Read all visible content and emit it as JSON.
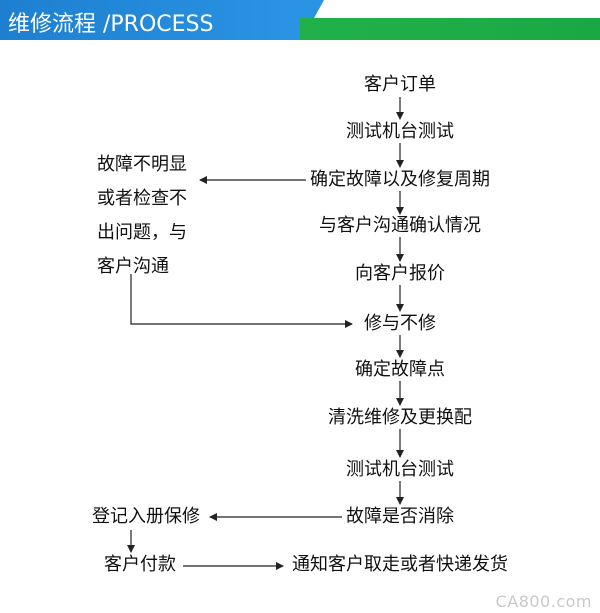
{
  "header": {
    "title": "维修流程 /PROCESS"
  },
  "nodes": {
    "order": "客户订单",
    "test1": "测试机台测试",
    "diagnose": "确定故障以及修复周期",
    "communicate": "与客户沟通确认情况",
    "quote": "向客户报价",
    "decide": "修与不修",
    "locate": "确定故障点",
    "repair": "清洗维修及更换配",
    "test2": "测试机台测试",
    "cleared": "故障是否消除",
    "register": "登记入册保修",
    "payment": "客户付款",
    "notify": "通知客户取走或者快递发货"
  },
  "left_note": {
    "lines": [
      "故障不明显",
      "或者检查不",
      "出问题，与",
      "客户沟通"
    ]
  },
  "watermark": "CA800.com",
  "colors": {
    "header_blue": "#2a94e4",
    "header_green": "#21b14a",
    "line": "#222222"
  }
}
